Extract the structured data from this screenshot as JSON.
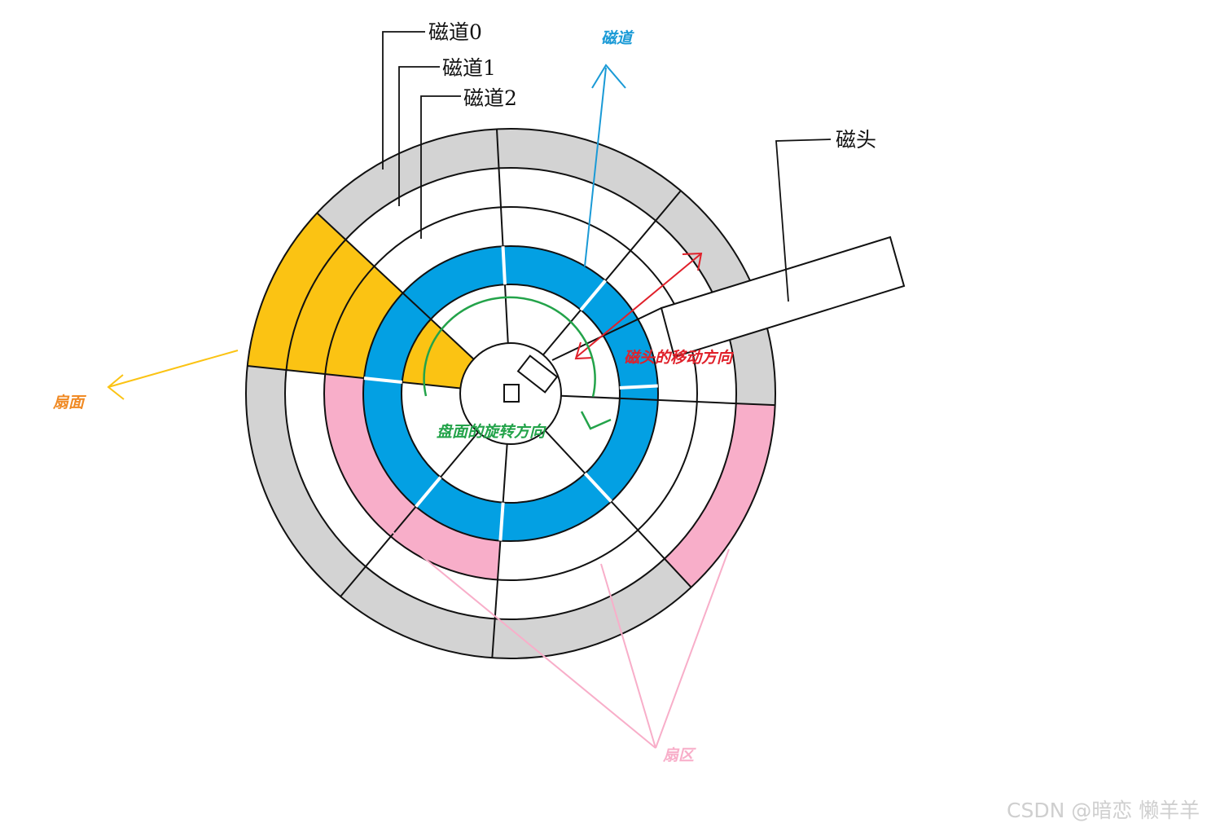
{
  "labels": {
    "track0": "磁道0",
    "track1": "磁道1",
    "track2": "磁道2",
    "track_arrow": "磁道",
    "head": "磁头",
    "head_move": "磁头的移动方向",
    "rotation": "盘面的旋转方向",
    "surface": "扇面",
    "sector": "扇区"
  },
  "watermark": "CSDN @暗恋 懒羊羊",
  "colors": {
    "gray_ring": "#d3d3d3",
    "yellow": "#fbc313",
    "blue": "#03a0e3",
    "pink": "#f8aec9",
    "red": "#e0202a",
    "green": "#23a34a",
    "orange": "#f08a24",
    "cyan_text": "#1a9ad6",
    "line": "#111111"
  }
}
